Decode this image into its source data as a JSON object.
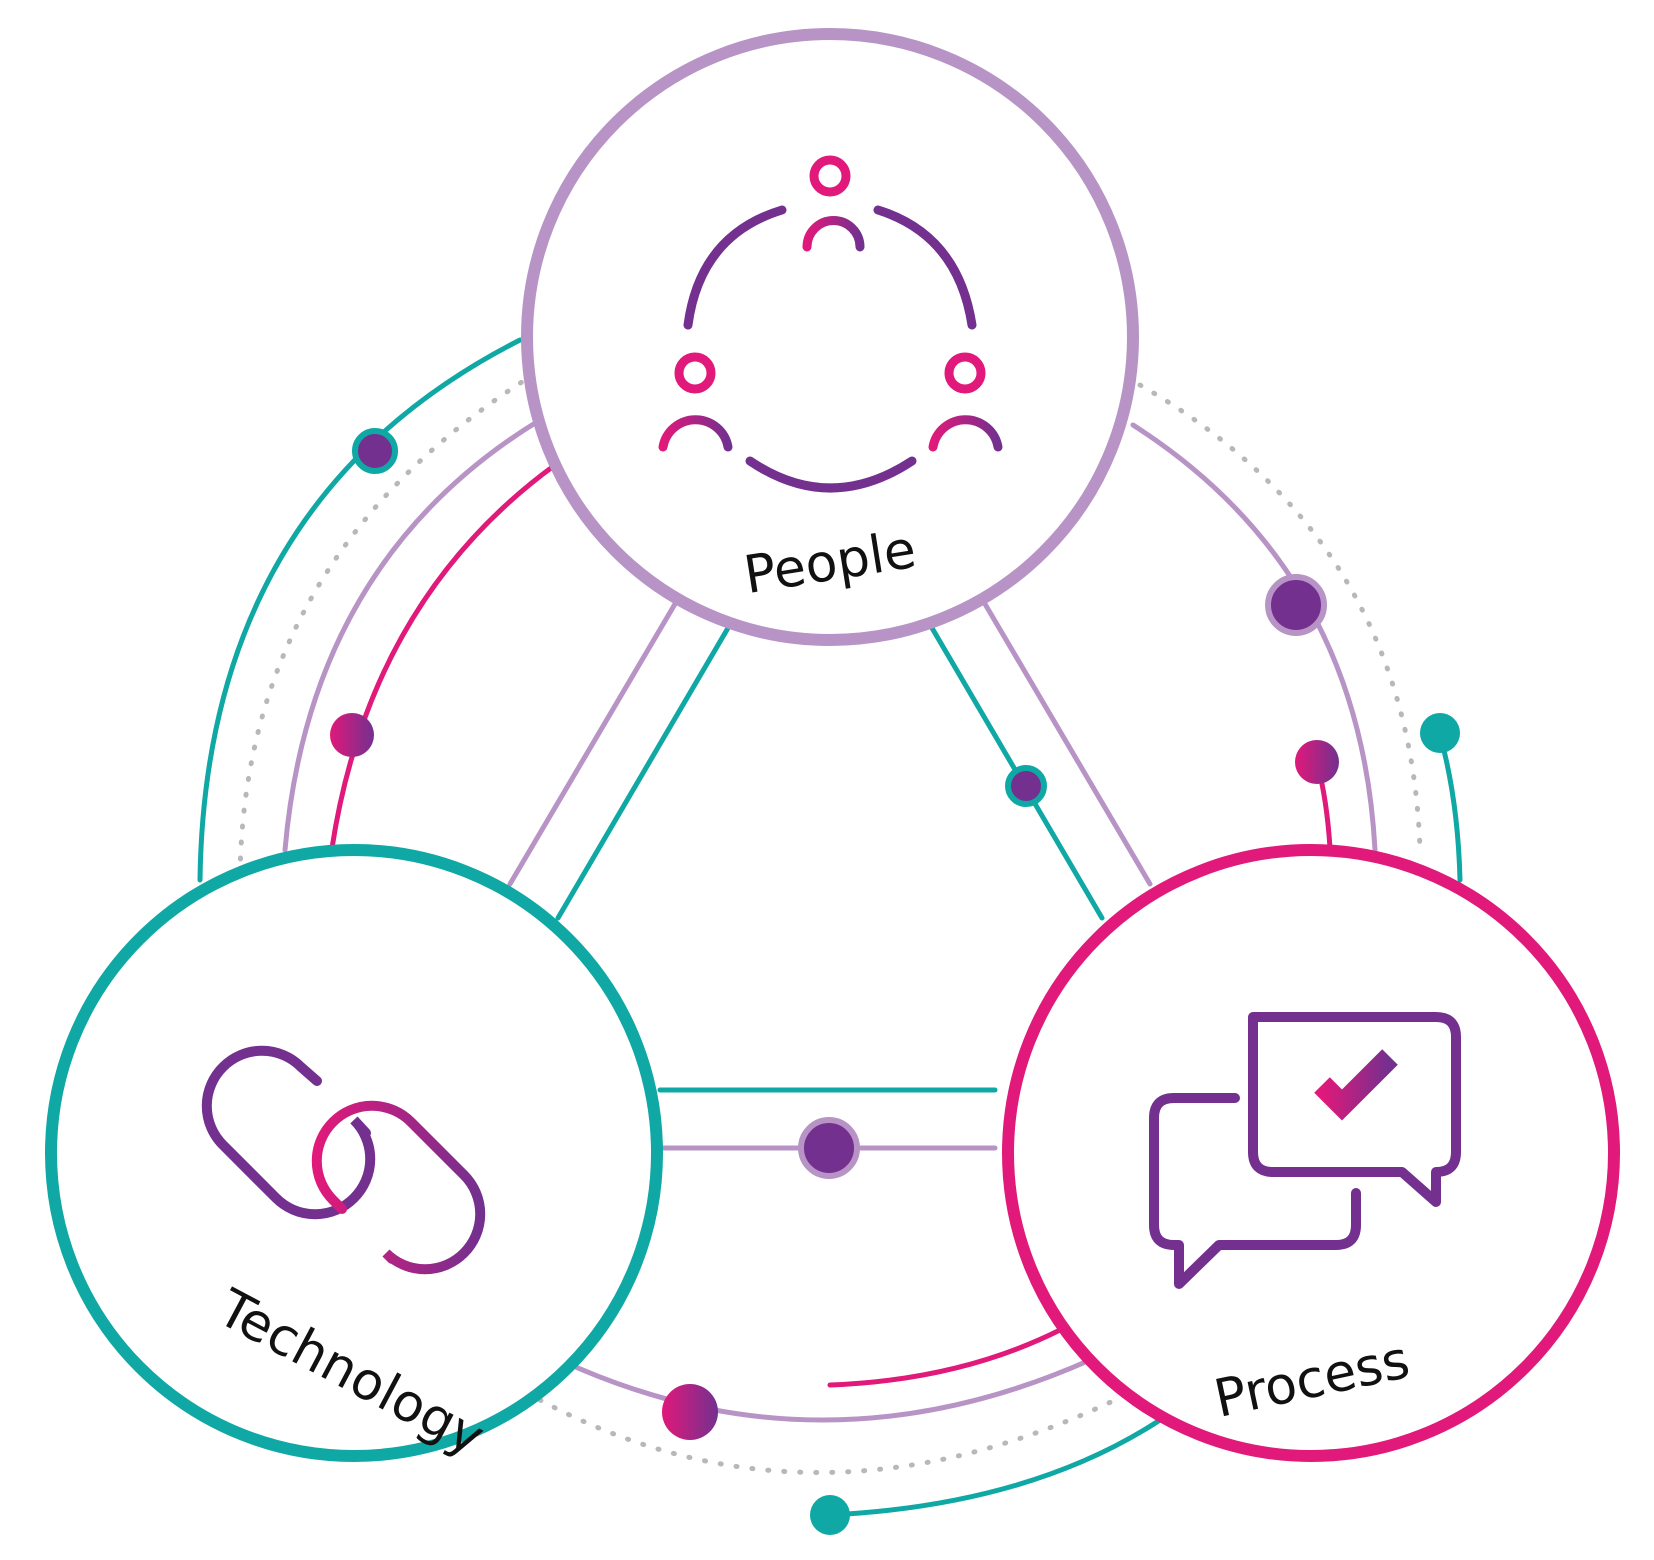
{
  "nodes": {
    "people": {
      "label": "People"
    },
    "technology": {
      "label": "Technology"
    },
    "process": {
      "label": "Process"
    }
  },
  "colors": {
    "teal": "#0fa8a4",
    "lavender": "#b794c5",
    "magenta": "#e0197a",
    "purple": "#73308f",
    "dotted_gray": "#b8b8b8",
    "text": "#111111"
  },
  "icons": {
    "people": "people-network-icon",
    "technology": "chain-link-icon",
    "process": "chat-bubbles-check-icon"
  }
}
